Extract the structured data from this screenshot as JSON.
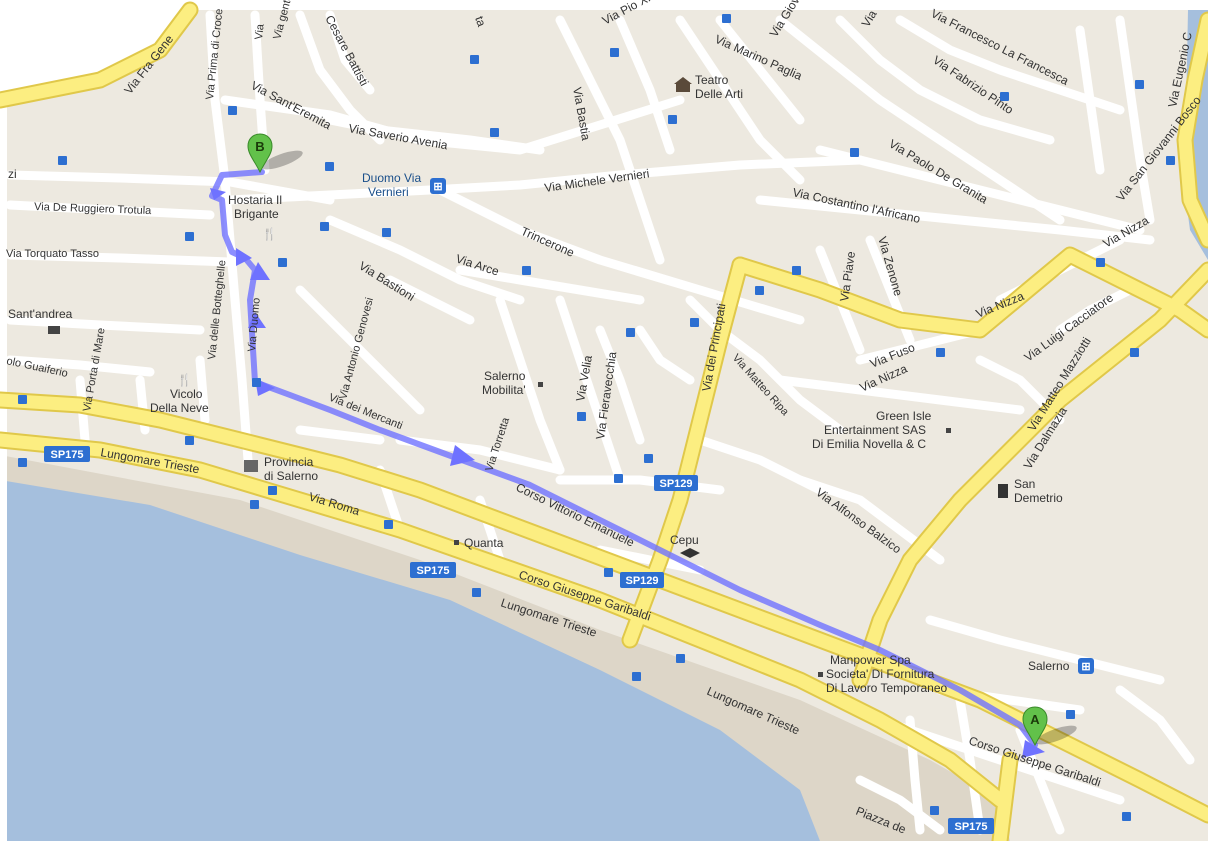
{
  "map": {
    "colors": {
      "land": "#ede9e0",
      "water": "#a5bfdd",
      "beach": "#ddd6c8",
      "street": "#ffffff",
      "major": "#fcee81",
      "major_edge": "#e0c84a",
      "route": "#6f72ff",
      "shield": "#2d6fd1",
      "marker": "#62c14a"
    },
    "streets": [
      {
        "label": "Via Fra Gene"
      },
      {
        "label": "Via Prima di Croce"
      },
      {
        "label": "Via"
      },
      {
        "label": "Via gente"
      },
      {
        "label": "Cesare Battisti"
      },
      {
        "label": "ta"
      },
      {
        "label": "Via Pio XI"
      },
      {
        "label": "Via Marino Paglia"
      },
      {
        "label": "Via Giova"
      },
      {
        "label": "Via"
      },
      {
        "label": "Via Francesco La Francesca"
      },
      {
        "label": "Via Fabrizio Pinto"
      },
      {
        "label": "Via Eugenio C"
      },
      {
        "label": "Via Sant'Eremita"
      },
      {
        "label": "Via Saverio Avenia"
      },
      {
        "label": "Via Bastia"
      },
      {
        "label": "Via Paolo De Granita"
      },
      {
        "label": "Via San Giovanni Bosco"
      },
      {
        "label": "zi"
      },
      {
        "label": "Via Michele Vernieri"
      },
      {
        "label": "Via Costantino l'Africano"
      },
      {
        "label": "Via Nizza"
      },
      {
        "label": "Via De Ruggiero Trotula"
      },
      {
        "label": "Trincerone"
      },
      {
        "label": "Via Torquato Tasso"
      },
      {
        "label": "Via Arce"
      },
      {
        "label": "Via Bastioni"
      },
      {
        "label": "Via Piave"
      },
      {
        "label": "Via Zenone"
      },
      {
        "label": "Via Nizza"
      },
      {
        "label": "Via dei Principati"
      },
      {
        "label": "Via Luigi Cacciatore"
      },
      {
        "label": "Via delle Botteghelle"
      },
      {
        "label": "Via Antonio Genovesi"
      },
      {
        "label": "Via Fuso"
      },
      {
        "label": "Via Nizza"
      },
      {
        "label": "Via Duomo"
      },
      {
        "label": "Via Velia"
      },
      {
        "label": "Via Matteo Ripa"
      },
      {
        "label": "Via Matteo Mazziotti"
      },
      {
        "label": "olo Guaiferio"
      },
      {
        "label": "Via Porta di Mare"
      },
      {
        "label": "Via Fieravecchia"
      },
      {
        "label": "Via Dalmazia"
      },
      {
        "label": "Via dei Mercanti"
      },
      {
        "label": "Via Torretta"
      },
      {
        "label": "Lungomare Trieste"
      },
      {
        "label": "Via Roma"
      },
      {
        "label": "Corso Vittorio Emanuele"
      },
      {
        "label": "Via Alfonso Balzico"
      },
      {
        "label": "Corso Giuseppe Garibaldi"
      },
      {
        "label": "Lungomare Trieste"
      },
      {
        "label": "Lungomare Trieste"
      },
      {
        "label": "Corso Giuseppe Garibaldi"
      },
      {
        "label": "Piazza de"
      }
    ],
    "pois": [
      {
        "label": "Teatro"
      },
      {
        "label": "Delle Arti"
      },
      {
        "label": "Duomo Via"
      },
      {
        "label": "Vernieri"
      },
      {
        "label": "Hostaria Il"
      },
      {
        "label": "Brigante"
      },
      {
        "label": "Sant'andrea"
      },
      {
        "label": "Salerno"
      },
      {
        "label": "Mobilita'"
      },
      {
        "label": "Vicolo"
      },
      {
        "label": "Della Neve"
      },
      {
        "label": "Green Isle"
      },
      {
        "label": "Entertainment SAS"
      },
      {
        "label": "Di Emilia Novella & C"
      },
      {
        "label": "Provincia"
      },
      {
        "label": "di Salerno"
      },
      {
        "label": "San"
      },
      {
        "label": "Demetrio"
      },
      {
        "label": "Quanta"
      },
      {
        "label": "Cepu"
      },
      {
        "label": "Manpower Spa"
      },
      {
        "label": "Societa' Di Fornitura"
      },
      {
        "label": "Di Lavoro Temporaneo"
      },
      {
        "label": "Salerno"
      }
    ],
    "shields": [
      {
        "label": "SP175"
      },
      {
        "label": "SP129"
      },
      {
        "label": "SP175"
      },
      {
        "label": "SP129"
      },
      {
        "label": "SP175"
      }
    ],
    "markers": [
      {
        "letter": "A"
      },
      {
        "letter": "B"
      }
    ]
  }
}
